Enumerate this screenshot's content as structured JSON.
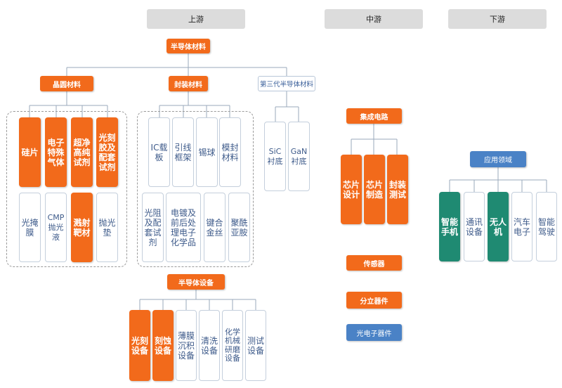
{
  "headers": {
    "upstream": "上游",
    "midstream": "中游",
    "downstream": "下游"
  },
  "upstream": {
    "root": "半导体材料",
    "wafer": {
      "label": "晶圆材料",
      "row1": [
        "硅片",
        "电子特殊气体",
        "超净高纯试剂",
        "光刻胶及配套试剂"
      ],
      "row2": [
        "光掩膜",
        "CMP抛光液",
        "溅射靶材",
        "抛光垫"
      ]
    },
    "package": {
      "label": "封装材料",
      "row1": [
        "IC载板",
        "引线框架",
        "锡球",
        "模封材料"
      ],
      "row2": [
        "光阻及配套试剂",
        "电镀及前后处理电子化学品",
        "键合金丝",
        "聚酰亚胺"
      ]
    },
    "third_gen": {
      "label": "第三代半导体材料",
      "items": [
        "SiC衬底",
        "GaN衬底"
      ]
    },
    "equipment": {
      "label": "半导体设备",
      "items": [
        "光刻设备",
        "刻蚀设备",
        "薄膜沉积设备",
        "清洗设备",
        "化学机械研磨设备",
        "测试设备"
      ]
    }
  },
  "midstream": {
    "ic": {
      "label": "集成电路",
      "items": [
        "芯片设计",
        "芯片制造",
        "封装测试"
      ]
    },
    "sensor": "传感器",
    "discrete": "分立器件",
    "optoelectronic": "光电子器件"
  },
  "downstream": {
    "app": {
      "label": "应用领域",
      "items": [
        "智能手机",
        "通讯设备",
        "无人机",
        "汽车电子",
        "智能驾驶"
      ]
    }
  },
  "colors": {
    "orange": "#f26a1b",
    "blue": "#4a82c6",
    "teal": "#1f8a72",
    "gray": "#dcdcdc",
    "line": "#9aa9bb"
  }
}
